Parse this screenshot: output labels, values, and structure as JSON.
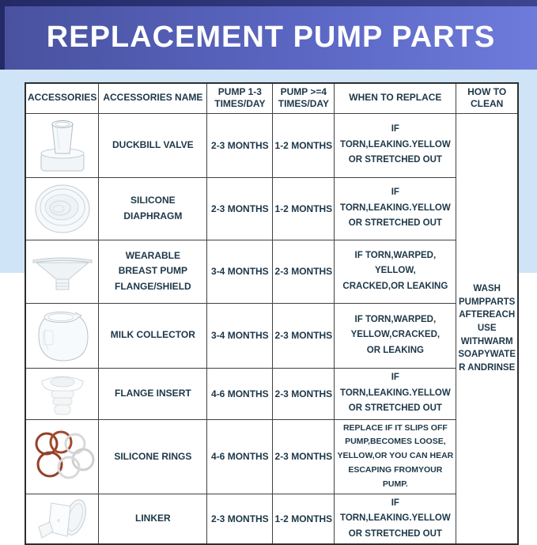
{
  "title": "REPLACEMENT PUMP PARTS",
  "colors": {
    "banner_left": "#49529f",
    "banner_right": "#6f7bda",
    "banner_edge": "#232a66",
    "background_band": "#cfe5f7",
    "text": "#1d3748",
    "border": "#414141",
    "ring_brown": "#95402a",
    "ring_light": "#d9d9d9"
  },
  "table": {
    "headers": {
      "accessories": "ACCESSORIES",
      "accessories_name": "ACCESSORIES NAME",
      "pump_1_3": "PUMP 1-3\nTIMES/DAY",
      "pump_4plus": "PUMP >=4\nTIMES/DAY",
      "when_to_replace": "WHEN TO REPLACE",
      "how_to_clean": "HOW TO\nCLEAN"
    },
    "rows": [
      {
        "icon": "duckbill-valve-photo",
        "name": "DUCKBILL VALVE",
        "pump_1_3": "2-3 MONTHS",
        "pump_4plus": "1-2 MONTHS",
        "when_to_replace": "IF TORN,LEAKING.YELLOW\nOR STRETCHED OUT"
      },
      {
        "icon": "silicone-diaphragm-photo",
        "name": "SILICONE DIAPHRAGM",
        "pump_1_3": "2-3 MONTHS",
        "pump_4plus": "1-2 MONTHS",
        "when_to_replace": "IF TORN,LEAKING.YELLOW\nOR STRETCHED OUT"
      },
      {
        "icon": "wearable-breast-pump-flange-photo",
        "name": "WEARABLE\nBREAST PUMP\nFLANGE/SHIELD",
        "pump_1_3": "3-4 MONTHS",
        "pump_4plus": "2-3 MONTHS",
        "when_to_replace": "IF TORN,WARPED,\nYELLOW,\nCRACKED,OR LEAKING"
      },
      {
        "icon": "milk-collector-photo",
        "name": "MILK COLLECTOR",
        "pump_1_3": "3-4 MONTHS",
        "pump_4plus": "2-3 MONTHS",
        "when_to_replace": "IF TORN,WARPED,\nYELLOW,CRACKED,\nOR LEAKING"
      },
      {
        "icon": "flange-insert-photo",
        "name": "FLANGE INSERT",
        "pump_1_3": "4-6 MONTHS",
        "pump_4plus": "2-3 MONTHS",
        "when_to_replace": "IF TORN,LEAKING.YELLOW\nOR STRETCHED OUT"
      },
      {
        "icon": "silicone-rings-photo",
        "name": "SILICONE RINGS",
        "pump_1_3": "4-6 MONTHS",
        "pump_4plus": "2-3 MONTHS",
        "when_to_replace": "REPLACE IF IT SLIPS OFF\nPUMP,BECOMES LOOSE,\nYELLOW,OR YOU CAN HEAR\nESCAPING FROMYOUR PUMP."
      },
      {
        "icon": "linker-photo",
        "name": "LINKER",
        "pump_1_3": "2-3 MONTHS",
        "pump_4plus": "1-2 MONTHS",
        "when_to_replace": "IF TORN,LEAKING.YELLOW\nOR STRETCHED OUT"
      }
    ],
    "how_to_clean_note": "WASH\nPUMPPARTS\nAFTEREACH\nUSE\nWITHWARM\nSOAPYWATE\nR ANDRINSE"
  }
}
